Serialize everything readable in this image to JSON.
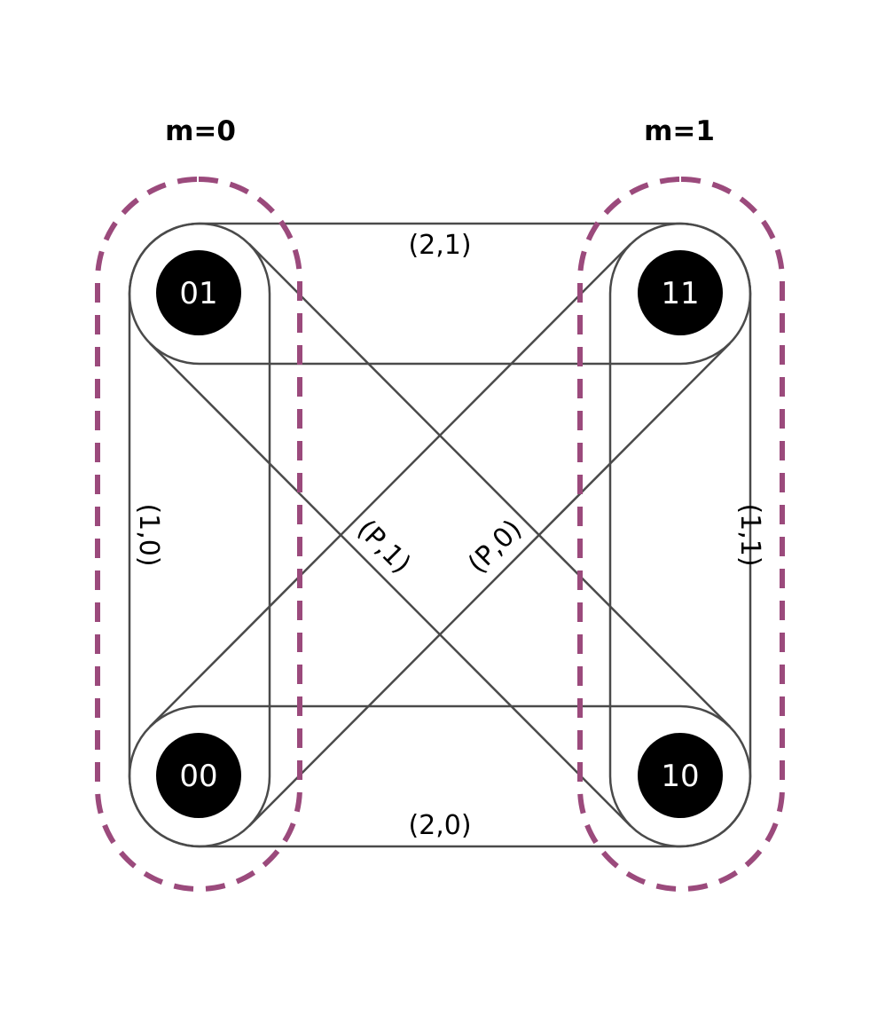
{
  "groups": [
    {
      "id": "m0",
      "label": "m=0"
    },
    {
      "id": "m1",
      "label": "m=1"
    }
  ],
  "nodes": [
    {
      "id": "01",
      "label": "01"
    },
    {
      "id": "11",
      "label": "11"
    },
    {
      "id": "00",
      "label": "00"
    },
    {
      "id": "10",
      "label": "10"
    }
  ],
  "edge_labels": {
    "top": "(2,1)",
    "bottom": "(2,0)",
    "left": "(1,0)",
    "right": "(1,1)",
    "diag_p1": "(P,1)",
    "diag_p0": "(P,0)"
  },
  "colors": {
    "group_outline": "#9b4a7c",
    "edge": "#4a4a4a",
    "node_fill": "#000000",
    "node_text": "#ffffff"
  }
}
